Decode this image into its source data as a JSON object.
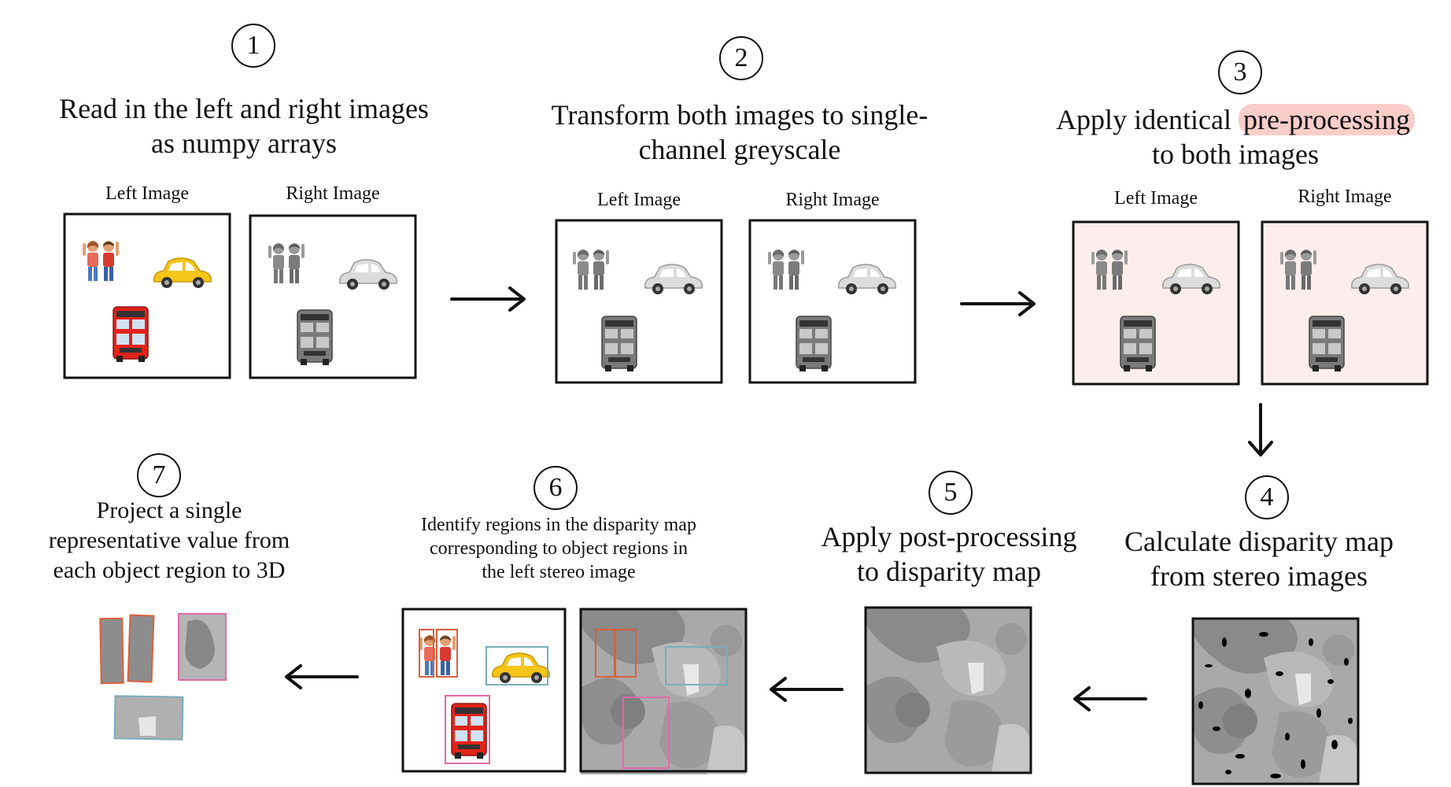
{
  "steps": [
    {
      "num": "1",
      "title_line1": "Read in the left and right images",
      "title_line2": "as numpy arrays"
    },
    {
      "num": "2",
      "title_line1": "Transform both images to single-",
      "title_line2": "channel greyscale"
    },
    {
      "num": "3",
      "title_pre": "Apply identical ",
      "title_highlight": "pre-processing",
      "title_line2": "to both images"
    },
    {
      "num": "4",
      "title_line1": "Calculate disparity map",
      "title_line2": "from stereo images"
    },
    {
      "num": "5",
      "title_line1": "Apply post-processing",
      "title_line2": "to disparity map"
    },
    {
      "num": "6",
      "title_line1": "Identify regions in the disparity map",
      "title_line2": "corresponding to object regions in",
      "title_line3": "the left stereo image"
    },
    {
      "num": "7",
      "title_line1": "Project a single",
      "title_line2": "representative value from",
      "title_line3": "each object region to 3D"
    }
  ],
  "labels": {
    "left": "Left Image",
    "right": "Right Image"
  },
  "colors": {
    "person_box": "#d9603b",
    "car_box": "#79aeb9",
    "bus_box": "#e06aa8",
    "highlight": "#f8cdca",
    "preproc_bg": "#fdeeed"
  },
  "icons": [
    "people-icon",
    "car-icon",
    "bus-icon",
    "arrow-right-icon",
    "arrow-down-icon",
    "arrow-left-icon"
  ]
}
